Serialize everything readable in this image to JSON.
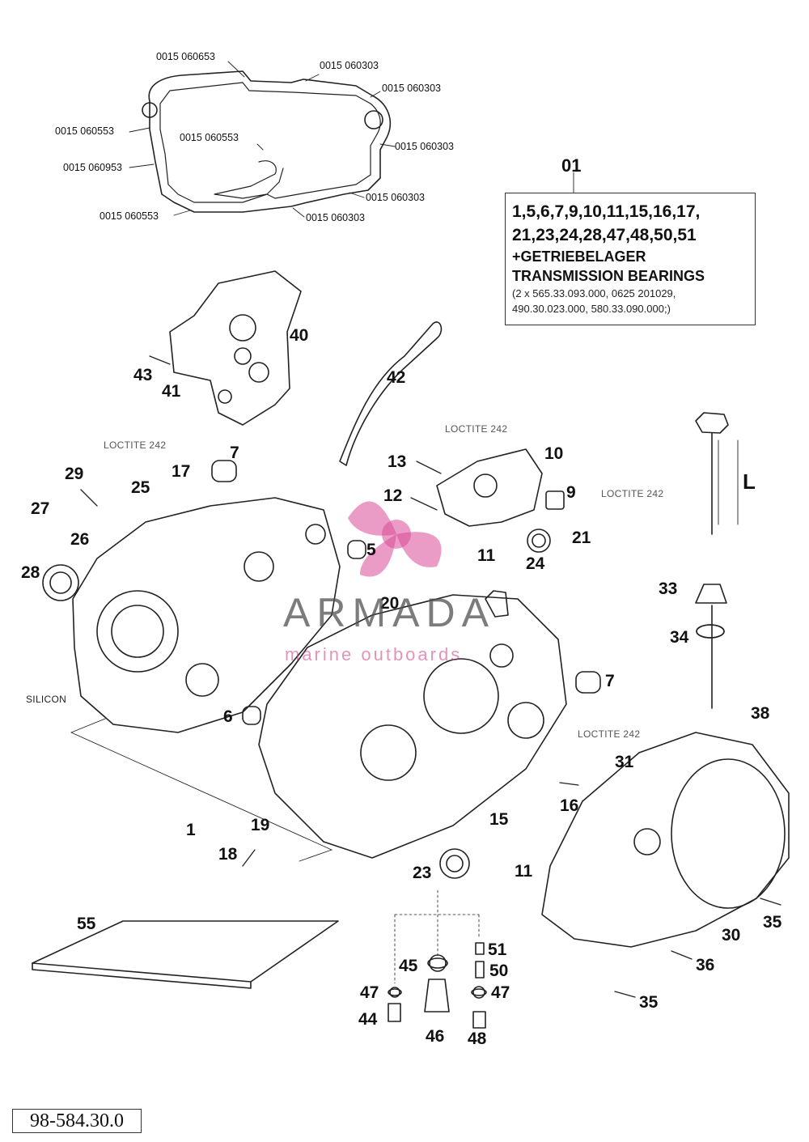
{
  "gasket_codes": [
    "0015 060653",
    "0015 060303",
    "0015 060303",
    "0015 060553",
    "0015 060553",
    "0015 060303",
    "0015 060953",
    "0015 060303",
    "0015 060553",
    "0015 060303"
  ],
  "kit": {
    "title": "01",
    "lines": [
      "1,5,6,7,9,10,11,15,16,17,",
      "21,23,24,28,47,48,50,51",
      "+GETRIEBELAGER",
      "TRANSMISSION BEARINGS",
      "(2 x 565.33.093.000, 0625 201029,",
      "490.30.023.000, 580.33.090.000;)"
    ]
  },
  "notes": {
    "loctite": "LOCTITE 242",
    "silicon": "SILICON"
  },
  "dipstick_label": "L",
  "part_numbers": [
    "40",
    "43",
    "41",
    "42",
    "7",
    "29",
    "17",
    "25",
    "27",
    "26",
    "28",
    "13",
    "10",
    "12",
    "9",
    "21",
    "11",
    "24",
    "5",
    "20",
    "7",
    "6",
    "33",
    "34",
    "38",
    "31",
    "16",
    "15",
    "1",
    "19",
    "18",
    "23",
    "11",
    "30",
    "35",
    "36",
    "35",
    "55",
    "51",
    "50",
    "45",
    "47",
    "47",
    "44",
    "46",
    "48"
  ],
  "watermark": {
    "brand": "ARMADA",
    "tagline": "marine outboards",
    "color_pink": "#d94a97",
    "color_gray": "#555555"
  },
  "drawing_id": "98-584.30.0"
}
